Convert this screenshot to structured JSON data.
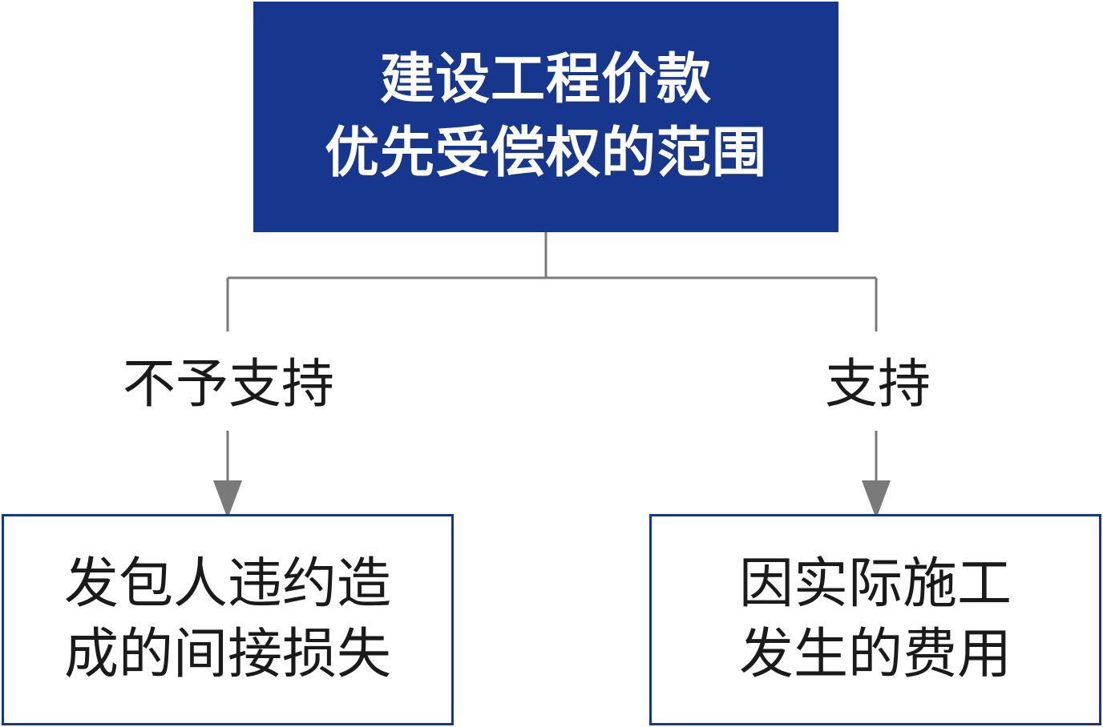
{
  "root": {
    "line1": "建设工程价款",
    "line2": "优先受偿权的范围",
    "color": "#17378f"
  },
  "branches": [
    {
      "label": "不予支持",
      "leaf": {
        "line1": "发包人违约造",
        "line2": "成的间接损失"
      }
    },
    {
      "label": "支持",
      "leaf": {
        "line1": "因实际施工",
        "line2": "发生的费用"
      }
    }
  ],
  "colors": {
    "box_fill": "#17378f",
    "connector": "#7a7a7a",
    "leaf_border": "#17378f"
  }
}
